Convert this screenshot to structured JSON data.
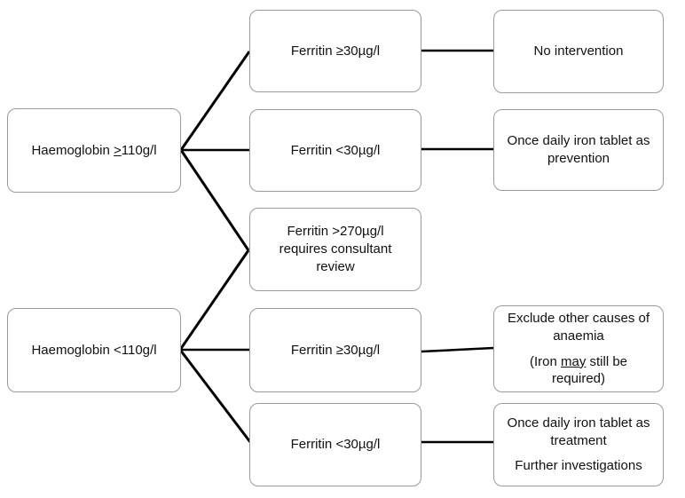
{
  "diagram": {
    "title": "Haemoglobin and ferritin decision flowchart",
    "colors": {
      "box_border": "#9b9b9b",
      "box_fill": "#ffffff",
      "connector": "#000000",
      "text": "#111111",
      "background": "#ffffff"
    },
    "nodes": {
      "hb_high": {
        "prefix": "Haemoglobin ",
        "underlined_symbol": ">",
        "suffix": "110g/l"
      },
      "hb_low": {
        "text": "Haemoglobin <110g/l"
      },
      "ferritin_ge30_top": {
        "text": "Ferritin ≥30µg/l"
      },
      "ferritin_lt30_top": {
        "text": "Ferritin <30µg/l"
      },
      "ferritin_gt270": {
        "text": "Ferritin >270µg/l requires consultant review"
      },
      "ferritin_ge30_bottom": {
        "text": "Ferritin ≥30µg/l"
      },
      "ferritin_lt30_bottom": {
        "text": "Ferritin <30µg/l"
      },
      "no_intervention": {
        "text": "No intervention"
      },
      "prevention": {
        "text": "Once daily iron tablet as prevention"
      },
      "exclude_other_causes": {
        "line1": "Exclude other causes of anaemia",
        "line2_prefix": "(Iron ",
        "line2_underlined": "may",
        "line2_suffix": " still be required)"
      },
      "treatment": {
        "line1": "Once daily iron tablet as treatment",
        "line2": "Further investigations"
      }
    }
  }
}
